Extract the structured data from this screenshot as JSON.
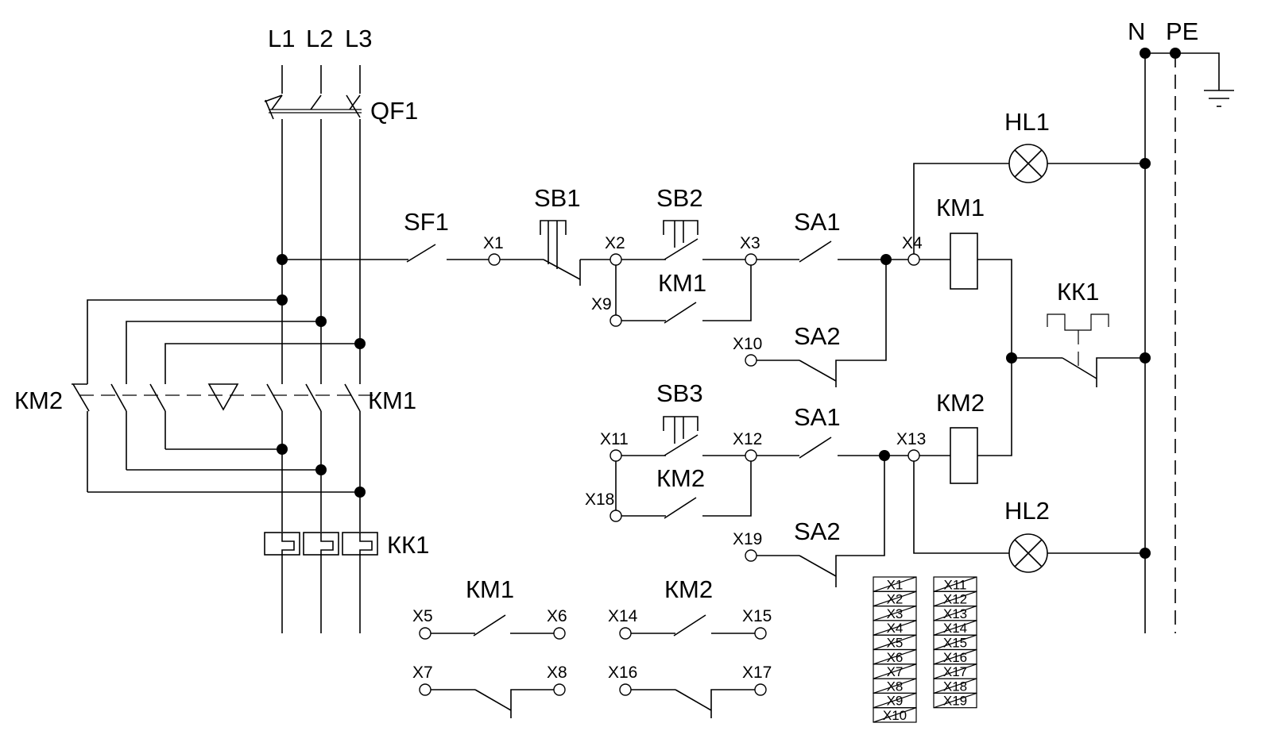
{
  "supply": {
    "l1": "L1",
    "l2": "L2",
    "l3": "L3",
    "n": "N",
    "pe": "PE"
  },
  "components": {
    "qf1": "QF1",
    "sf1": "SF1",
    "sb1": "SB1",
    "sb2": "SB2",
    "sb3": "SB3",
    "sa1_top": "SA1",
    "sa2_top": "SA2",
    "sa1_bot": "SA1",
    "sa2_bot": "SA2",
    "km1_coil": "КМ1",
    "km2_coil": "КМ2",
    "km1_aux": "КМ1",
    "km2_aux": "КМ2",
    "kk1_contact": "КК1",
    "hl1": "HL1",
    "hl2": "HL2",
    "km2_power": "КМ2",
    "km1_power": "КМ1",
    "kk1_relay": "КК1",
    "km1_block": "КМ1",
    "km2_block": "КМ2"
  },
  "terminals": {
    "x1": "X1",
    "x2": "X2",
    "x3": "X3",
    "x4": "X4",
    "x9": "X9",
    "x10": "X10",
    "x11": "X11",
    "x12": "X12",
    "x13": "X13",
    "x18": "X18",
    "x19": "X19",
    "x5": "X5",
    "x6": "X6",
    "x7": "X7",
    "x8": "X8",
    "x14": "X14",
    "x15": "X15",
    "x16": "X16",
    "x17": "X17"
  },
  "terminal_block_left": [
    "X1",
    "X2",
    "X3",
    "X4",
    "X5",
    "X6",
    "X7",
    "X8",
    "X9",
    "X10"
  ],
  "terminal_block_right": [
    "X11",
    "X12",
    "X13",
    "X14",
    "X15",
    "X16",
    "X17",
    "X18",
    "X19"
  ]
}
